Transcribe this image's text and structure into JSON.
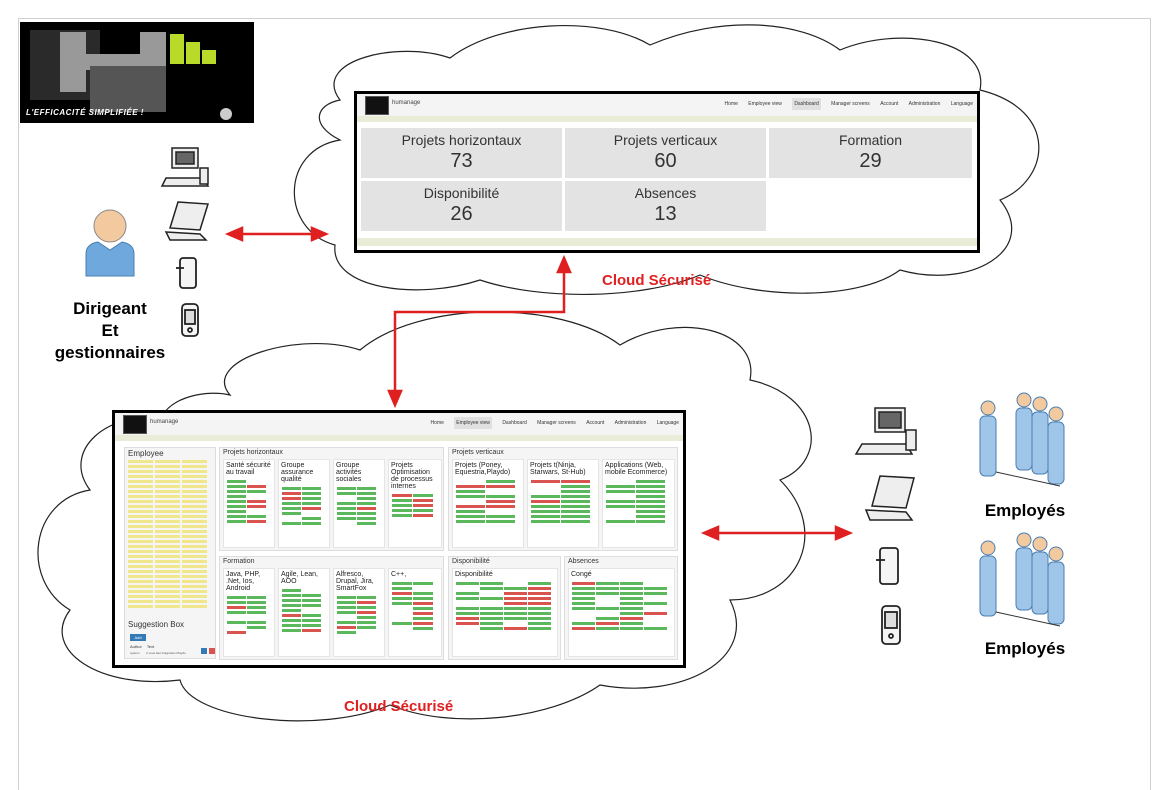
{
  "logo": {
    "tagline": "L'EFFICACITÉ SIMPLIFIÉE !"
  },
  "actors": {
    "manager": {
      "line1": "Dirigeant",
      "line2": "Et",
      "line3": "gestionnaires"
    },
    "employees_top": "Employés",
    "employees_bottom": "Employés"
  },
  "clouds": {
    "top_label": "Cloud Sécurisé",
    "bottom_label": "Cloud Sécurisé"
  },
  "app": {
    "brand": "humanage",
    "nav": [
      "Home",
      "Employee view",
      "Dashboard",
      "Manager screens",
      "Account",
      "Administration",
      "Language"
    ]
  },
  "dashboard": {
    "tiles": [
      {
        "label": "Projets horizontaux",
        "value": "73"
      },
      {
        "label": "Projets verticaux",
        "value": "60"
      },
      {
        "label": "Formation",
        "value": "29"
      },
      {
        "label": "Disponibilité",
        "value": "26"
      },
      {
        "label": "Absences",
        "value": "13"
      }
    ]
  },
  "employee_view": {
    "employee_panel": "Employee",
    "suggestion_box": "Suggestion Box",
    "add_label": "Add",
    "author_col": "Author",
    "text_col": "Text",
    "suggestion_row": {
      "author": "system",
      "text": "Il vous faut intégration Playdo"
    },
    "horizontal": {
      "title": "Projets horizontaux",
      "subs": [
        "Santé sécurité au travail",
        "Groupe assurance qualité",
        "Groupe activités sociales",
        "Projets Optimisation de processus internes"
      ]
    },
    "vertical": {
      "title": "Projets verticaux",
      "subs": [
        "Projets (Poney, Equestria,Playdo)",
        "Projets t(Ninja, Starwars, St-Hub)",
        "Applications (Web, mobile Ecommerce)"
      ]
    },
    "formation": {
      "title": "Formation",
      "subs": [
        "Java, PHP, .Net, Ios, Android",
        "Agile, Lean, AOO",
        "Alfresco, Drupal, Jira, SmartFox",
        "C++,"
      ]
    },
    "disponibilite": {
      "title": "Disponibilité",
      "subs": [
        "Disponibilité"
      ]
    },
    "absences": {
      "title": "Absences",
      "subs": [
        "Congé"
      ]
    }
  },
  "colors": {
    "arrow": "#e02020",
    "cloud_label": "#e02020",
    "cell_green": "#5cb85c",
    "cell_red": "#d9534f",
    "cell_yellow": "#f0e68c"
  }
}
